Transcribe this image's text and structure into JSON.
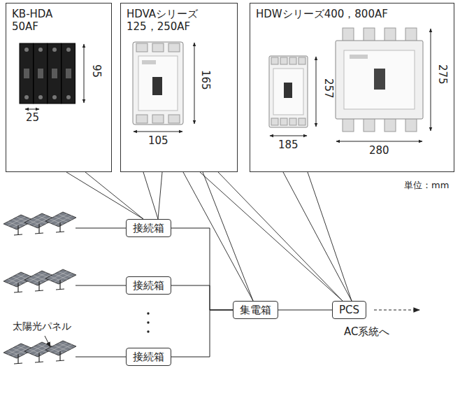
{
  "diagram": {
    "nodes": [
      {
        "text": [
          "KB-HDA 50AF"
        ]
      },
      {
        "text": [
          "HDVAシリーズ 125，250AF"
        ]
      },
      {
        "text": [
          "HDWシリーズ400，800AF"
        ]
      },
      {
        "text": [
          "接続箱"
        ]
      },
      {
        "text": [
          "接続箱"
        ]
      },
      {
        "text": [
          "接続箱"
        ]
      },
      {
        "text": [
          "集電箱"
        ]
      },
      {
        "text": [
          "PCS"
        ]
      }
    ],
    "edges": [
      {
        "from": 0,
        "to": 3,
        "arrow": "none"
      },
      {
        "from": 1,
        "to": 3,
        "arrow": "none"
      },
      {
        "from": 1,
        "to": 6,
        "arrow": "none"
      },
      {
        "from": 1,
        "to": 7,
        "arrow": "none"
      },
      {
        "from": 2,
        "to": 7,
        "arrow": "none"
      },
      {
        "from": 3,
        "to": 6,
        "arrow": "none"
      },
      {
        "from": 4,
        "to": 6,
        "arrow": "none"
      },
      {
        "from": 5,
        "to": 6,
        "arrow": "none"
      },
      {
        "from": 6,
        "to": 7,
        "arrow": "none"
      }
    ],
    "labels": [
      "95",
      "25",
      "165",
      "105",
      "257",
      "185",
      "275",
      "280",
      "単位：mm",
      "太陽光パネル",
      "AC系統へ"
    ]
  }
}
